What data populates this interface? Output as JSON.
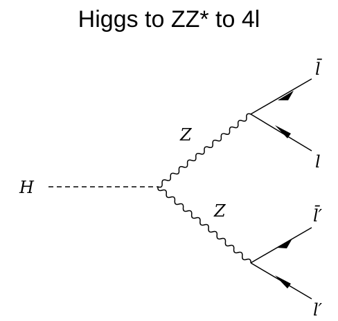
{
  "title": "Higgs to ZZ* to 4l",
  "diagram": {
    "line_color": "#000000",
    "labels": {
      "higgs": "H",
      "z_upper": "Z",
      "z_lower": "Z",
      "lepton_bar": "l̄",
      "lepton": "l",
      "lepton_prime_bar": "l̄′",
      "lepton_prime": "l′"
    }
  }
}
